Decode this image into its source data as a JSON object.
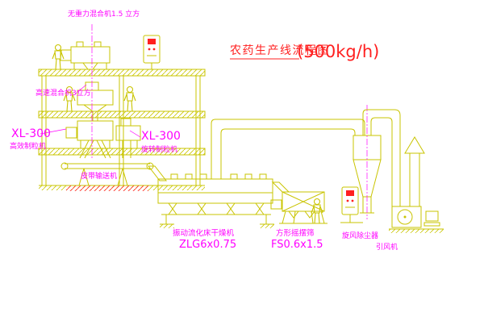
{
  "diagram_title": {
    "main": "农药生产线流程图",
    "capacity": "(500kg/h)"
  },
  "labels": {
    "gravity_mixer": "无重力混合机1.5 立方",
    "high_speed_mixer": "高速混合机3立方",
    "granulator_model": "XL-300",
    "granulator_name": "高效制粒机",
    "rotary_granulator_model": "XL-300",
    "rotary_granulator_name": "旋转制粒机",
    "belt_conveyor": "皮带输送机",
    "dryer_name": "振动流化床干燥机",
    "dryer_model": "ZLG6x0.75",
    "sieve_name": "方形摇摆筛",
    "sieve_model": "FS0.6x1.5",
    "cyclone": "旋风除尘器",
    "fan": "引风机"
  },
  "colors": {
    "line_yellow": "#c9c400",
    "label_magenta": "#ff00ff",
    "title_red": "#ff2020",
    "hatch_red": "#ff3030",
    "background": "#ffffff"
  }
}
